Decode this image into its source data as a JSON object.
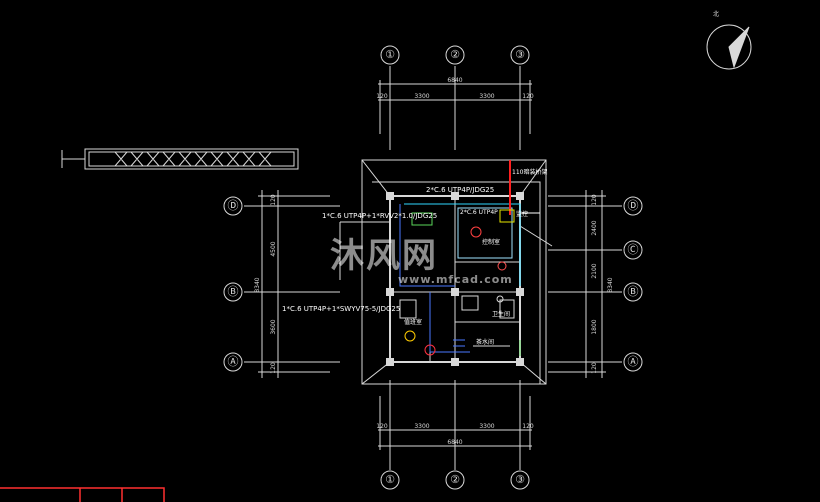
{
  "grid": {
    "columns": [
      "①",
      "②",
      "③"
    ],
    "rows": [
      "Ⓓ",
      "Ⓒ",
      "Ⓑ",
      "Ⓐ"
    ]
  },
  "north_label": "北",
  "dimensions": {
    "top_total": "6840",
    "top_spans": [
      "120",
      "3300",
      "3300",
      "120"
    ],
    "bottom_total": "6840",
    "bottom_spans": [
      "120",
      "3300",
      "3300",
      "120"
    ],
    "left_total": "8340",
    "left_spans": [
      "120",
      "4500",
      "3600",
      "120"
    ],
    "right_total": "8340",
    "right_spans": [
      "120",
      "2400",
      "2100",
      "1800",
      "120"
    ]
  },
  "annotations": {
    "cable_top": "2*C.6 UTP4P/JDG25",
    "cable_mid": "1*C.6 UTP4P+1*RVV2*1.0/JDG25",
    "cable_low": "1*C.6 UTP4P+1*SWYV75-5/JDG25",
    "riser": "110暗装桥架",
    "room_1": "值班室",
    "room_2": "卫生间",
    "room_3": "茶水间",
    "room_4": "控制室",
    "small_1": "2*C.6 UTP4P",
    "small_2": "监控"
  },
  "watermark": {
    "logo": "沐风网",
    "url": "www.mfcad.com"
  }
}
